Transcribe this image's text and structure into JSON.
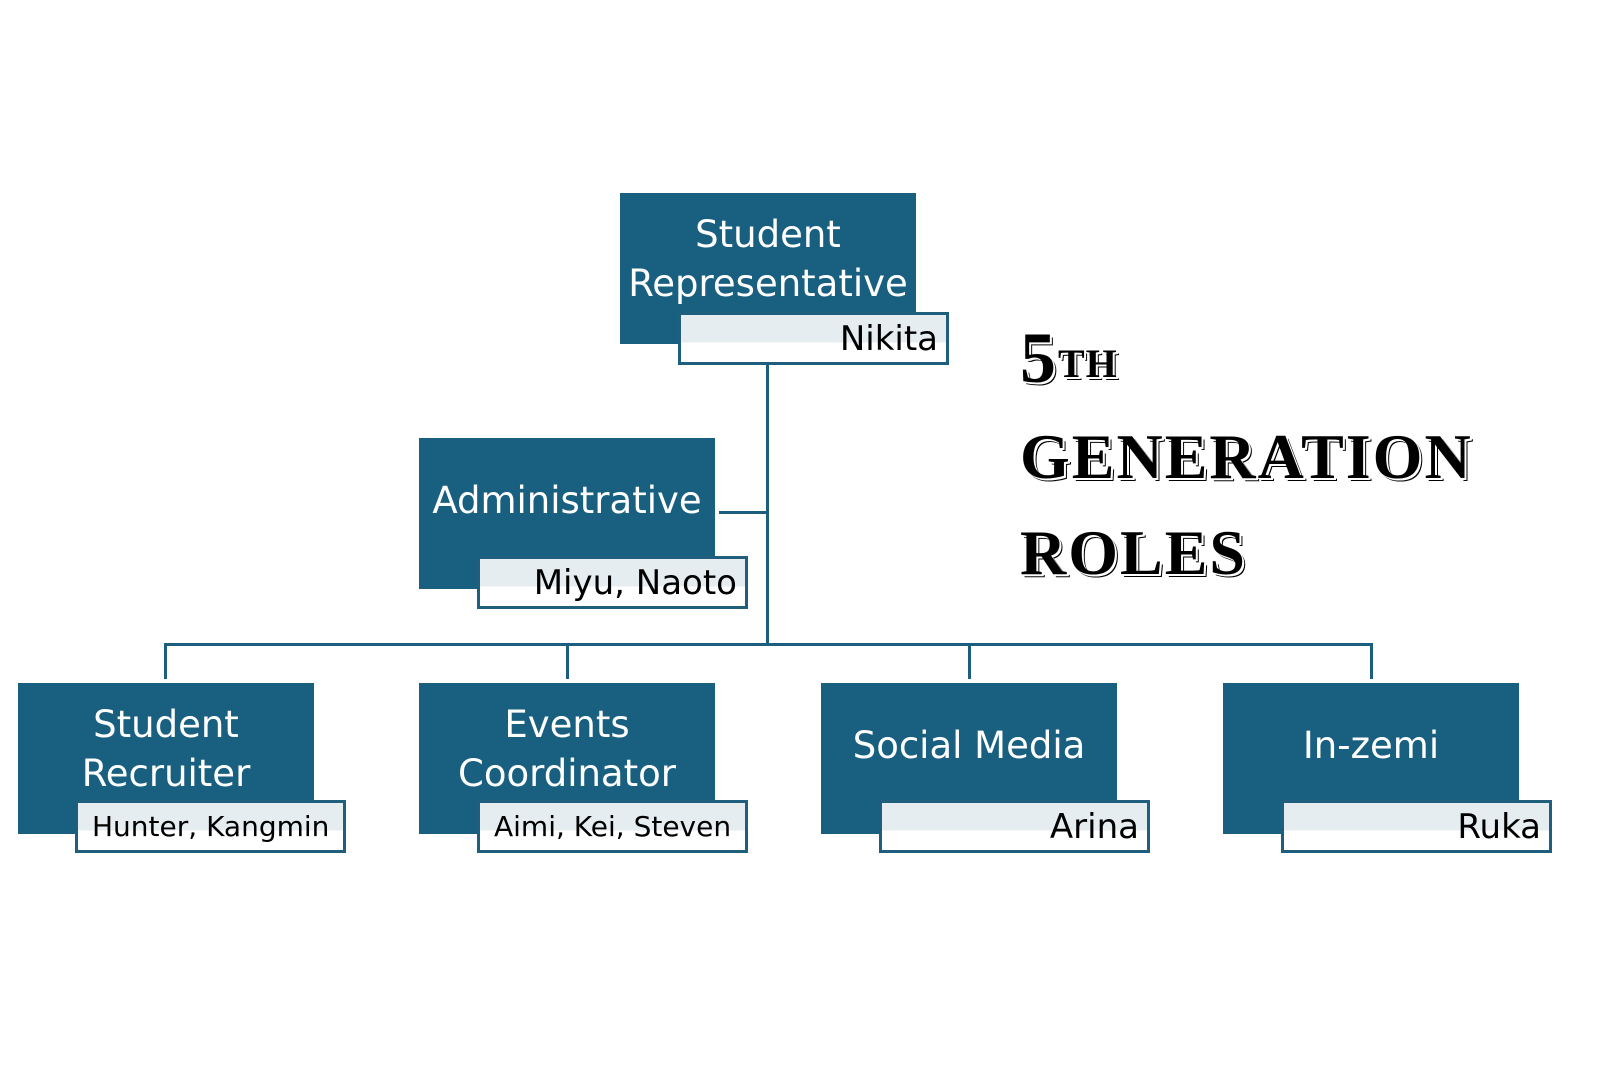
{
  "title": {
    "number": "5",
    "suffix": "TH",
    "line2": "GENERATION",
    "line3": "ROLES"
  },
  "colors": {
    "box_fill": "#185F80",
    "connector": "#1C5E7D",
    "name_border": "#1F5E7D",
    "name_fill_top": "#E6EDF0"
  },
  "org": {
    "top": {
      "role_line1": "Student",
      "role_line2": "Representative",
      "members": "Nikita"
    },
    "assistant": {
      "role_line1": "Administrative",
      "members": "Miyu, Naoto"
    },
    "children": [
      {
        "role_line1": "Student",
        "role_line2": "Recruiter",
        "members": "Hunter, Kangmin"
      },
      {
        "role_line1": "Events",
        "role_line2": "Coordinator",
        "members": "Aimi, Kei, Steven"
      },
      {
        "role_line1": "Social Media",
        "members": "Arina"
      },
      {
        "role_line1": "In-zemi",
        "members": "Ruka"
      }
    ]
  }
}
